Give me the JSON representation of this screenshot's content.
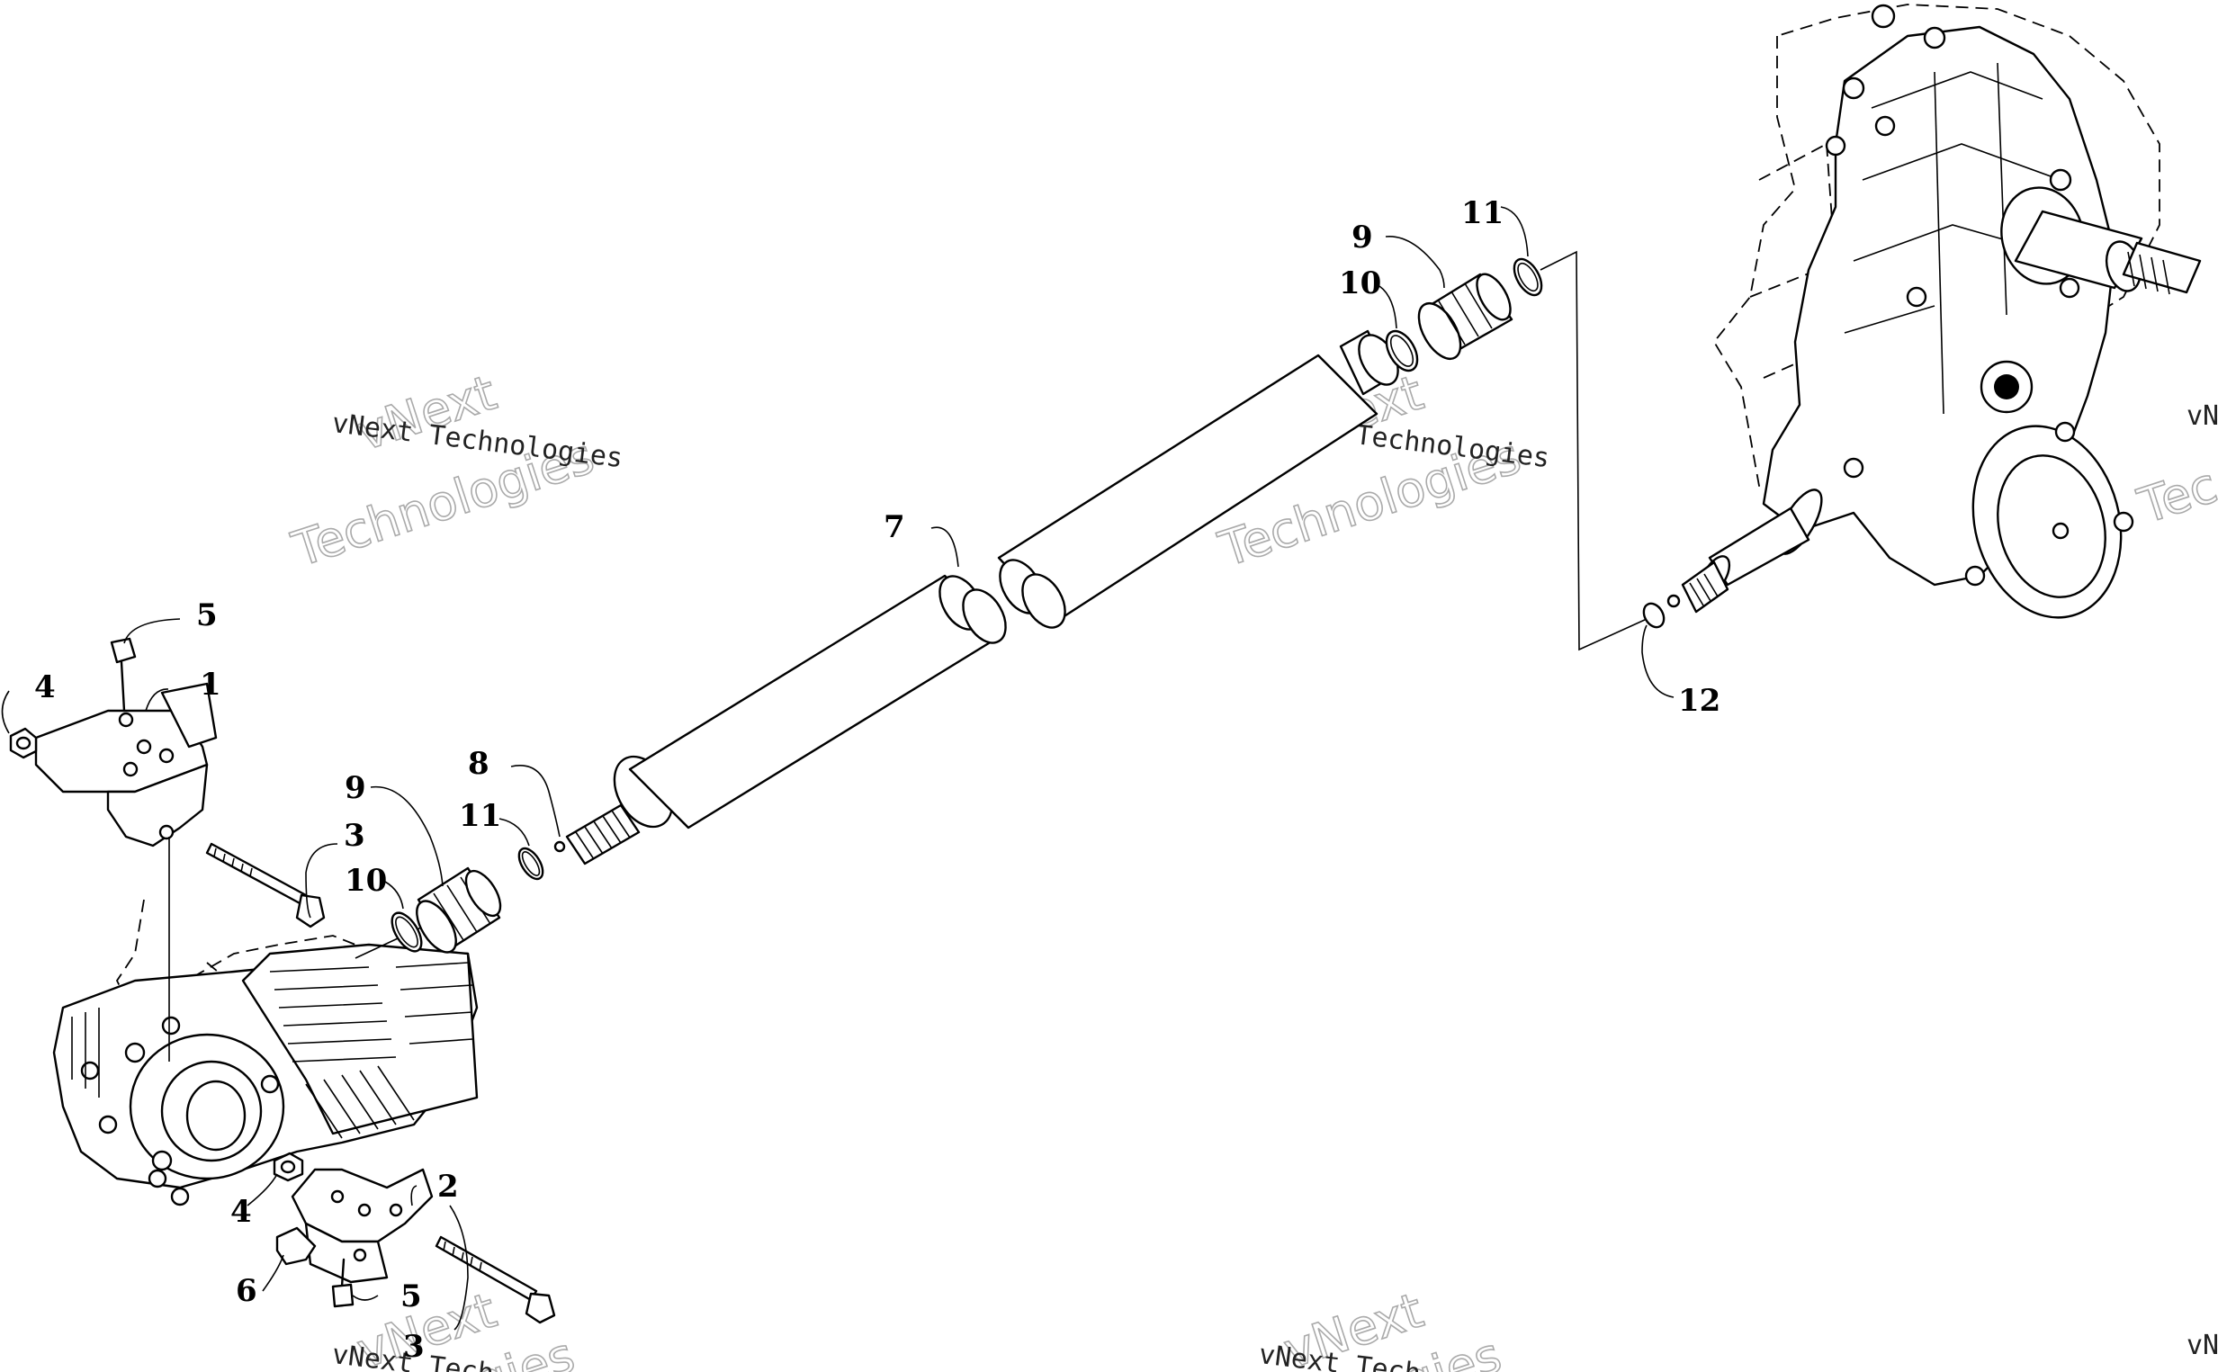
{
  "diagram": {
    "callouts": {
      "c1": "1",
      "c2": "2",
      "c3a": "3",
      "c3b": "3",
      "c4a": "4",
      "c4b": "4",
      "c5a": "5",
      "c5b": "5",
      "c6": "6",
      "c7": "7",
      "c8": "8",
      "c9a": "9",
      "c9b": "9",
      "c10a": "10",
      "c10b": "10",
      "c11a": "11",
      "c11b": "11",
      "c12": "12"
    },
    "watermark": {
      "line1": "vNext",
      "line2": "Technologies",
      "small": "vNext Technologies",
      "small_cut": "vNext Tech",
      "partial": "vN",
      "partial_big": "Tec",
      "partial_gies": "gies"
    }
  }
}
